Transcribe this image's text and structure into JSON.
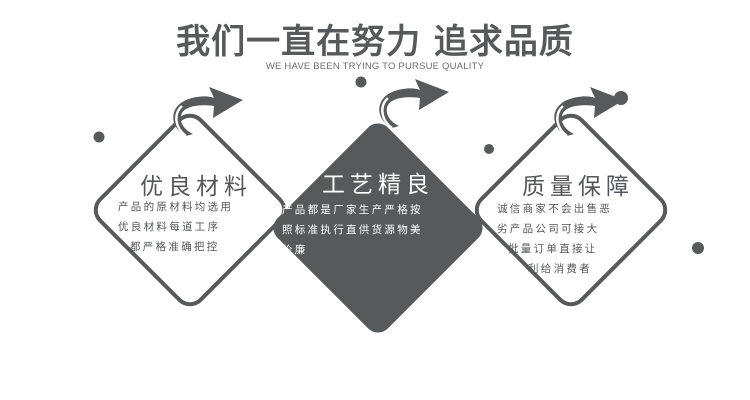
{
  "header": {
    "title": "我们一直在努力 追求品质",
    "subtitle": "WE HAVE BEEN TRYING TO PURSUE QUALITY"
  },
  "cards": [
    {
      "title": "优良材料",
      "lines": [
        "产品的原材料均选用",
        "优良材料每道工序",
        "都严格准确把控"
      ]
    },
    {
      "title": "工艺精良",
      "lines": [
        "产品都是厂家生产严格按",
        "照标准执行直供货源物美",
        "价廉"
      ]
    },
    {
      "title": "质量保障",
      "lines": [
        "诚信商家不会出售恶",
        "劣产品公司可接大",
        "批量订单直接让",
        "利给消费者"
      ]
    }
  ],
  "colors": {
    "outline": "#58595b",
    "dark_fill": "#58595b",
    "text_dark": "#555659",
    "text_light": "#ffffff"
  }
}
